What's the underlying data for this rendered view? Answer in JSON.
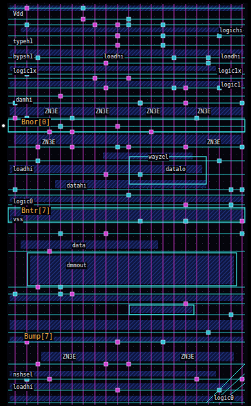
{
  "diagram": {
    "labels": [
      "Vdd",
      "logichi",
      "typeh1",
      "bypsh1",
      "loadhi",
      "loadhi",
      "logic1x",
      "logic1x",
      "logic1",
      "damhi",
      "ZN3E",
      "ZN3E",
      "ZN3E",
      "ZN3E",
      "Bnor[0]",
      "ZN3E",
      "ZN3E",
      "wayzel",
      "loadhi",
      "datalo",
      "datahi",
      "logic0",
      "Bntr[7]",
      "vss",
      "data",
      "dmmout",
      "Bump[7]",
      "ZN3E",
      "ZN3E",
      "nshsel",
      "loadhi",
      "logic0"
    ]
  }
}
